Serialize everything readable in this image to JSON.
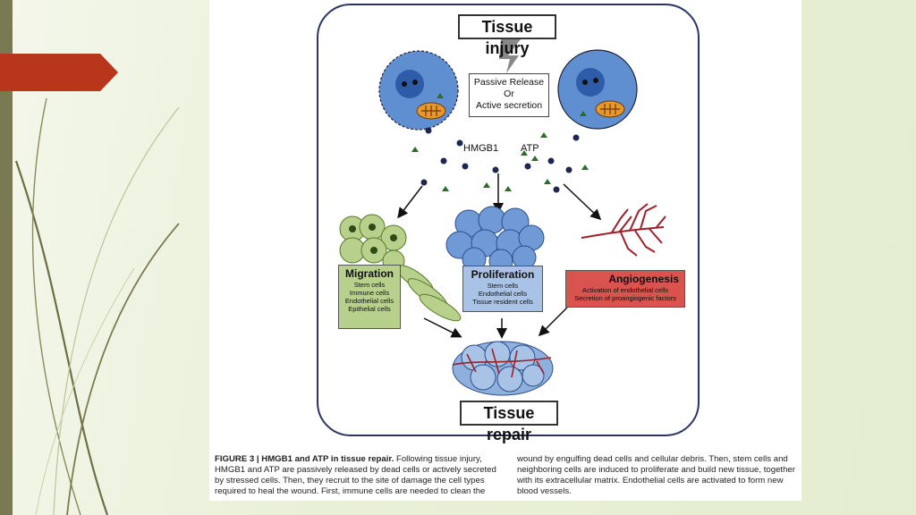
{
  "diagram": {
    "title_top": "Tissue injury",
    "release_box": [
      "Passive Release",
      "Or",
      "Active secretion"
    ],
    "molecule_labels": {
      "hmgb1": "HMGB1",
      "atp": "ATP"
    },
    "migration": {
      "title": "Migration",
      "items": [
        "Stem cells",
        "Immune cells",
        "Endothelial cells",
        "Epithelial cells"
      ]
    },
    "proliferation": {
      "title": "Proliferation",
      "items": [
        "Stem cells",
        "Endothelial cells",
        "Tissue resident cells"
      ]
    },
    "angiogenesis": {
      "title": "Angiogenesis",
      "items": [
        "Activation of endothelial cells",
        "Secretion of proangiogenic factors"
      ]
    },
    "title_bottom": "Tissue repair"
  },
  "caption": {
    "heading": "FIGURE 3 | HMGB1 and ATP in tissue repair.",
    "left_text": " Following tissue injury, HMGB1 and ATP are passively released by dead cells or actively secreted by stressed cells. Then, they recruit to the site of damage the cell types required to heal the wound. First, immune cells are needed to clean the",
    "right_text": "wound by engulfing dead cells and cellular debris. Then, stem cells and neighboring cells are induced to proliferate and build new tissue, together with its extracellular matrix. Endothelial cells are activated to form new blood vessels."
  },
  "colors": {
    "accent_tab": "#b8361c",
    "migration_fill": "#b7d08c",
    "proliferation_fill": "#a9c3e6",
    "angiogenesis_fill": "#d9534f",
    "cell_blue": "#5f8fd0",
    "vessel_red": "#9c1f2a"
  }
}
